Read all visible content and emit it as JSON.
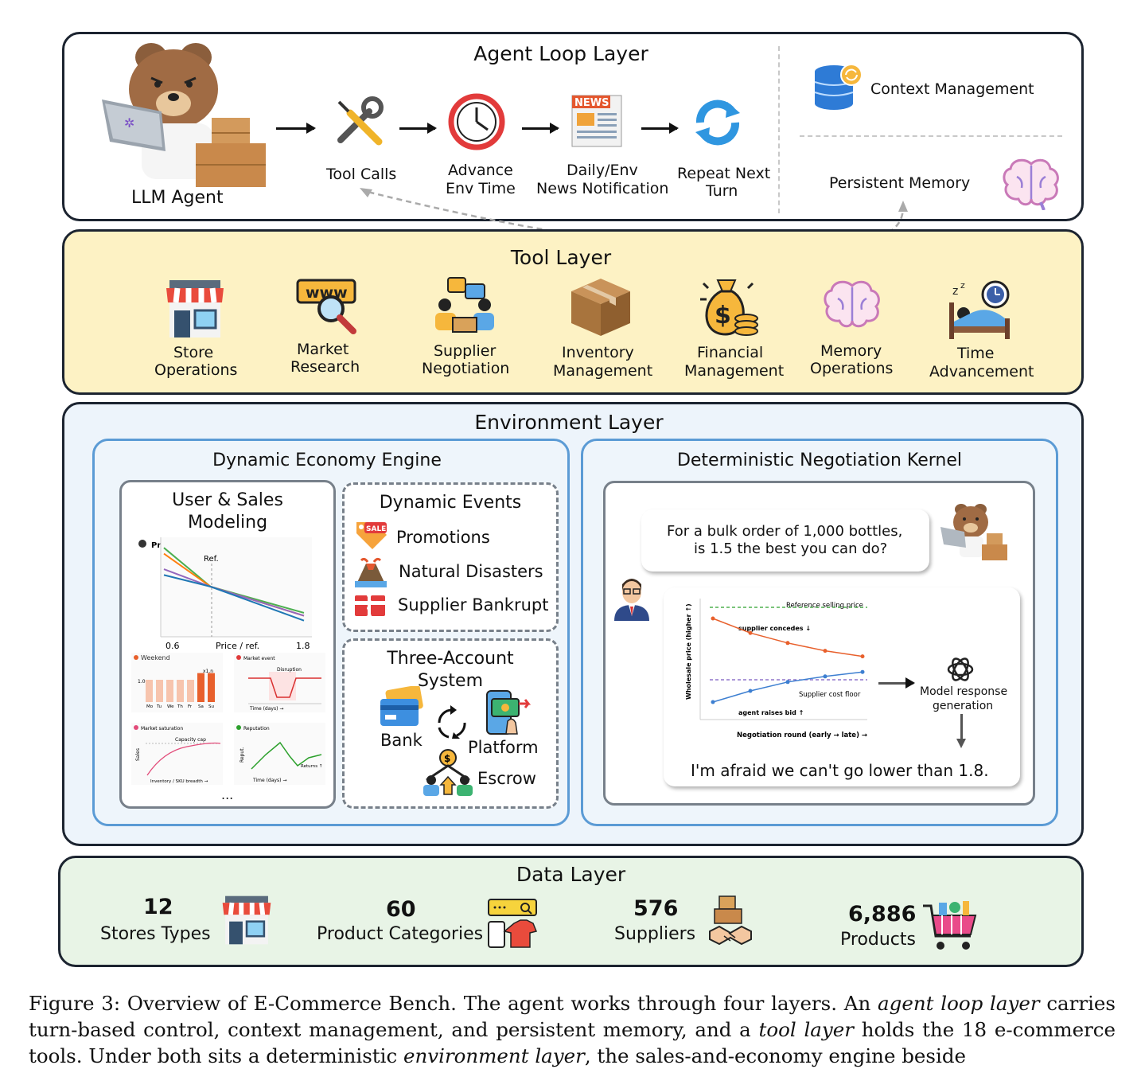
{
  "agent_loop": {
    "title": "Agent Loop Layer",
    "agent_label": "LLM Agent",
    "steps": [
      "Tool Calls",
      "Advance",
      "Env Time",
      "Daily/Env",
      "News Notification",
      "Repeat Next",
      "Turn"
    ],
    "context_management": "Context Management",
    "persistent_memory": "Persistent Memory",
    "news_badge": "NEWS"
  },
  "tool_layer": {
    "title": "Tool Layer",
    "tools": [
      {
        "l1": "Store",
        "l2": "Operations"
      },
      {
        "l1": "Market",
        "l2": "Research"
      },
      {
        "l1": "Supplier",
        "l2": "Negotiation"
      },
      {
        "l1": "Inventory",
        "l2": "Management"
      },
      {
        "l1": "Financial",
        "l2": "Management"
      },
      {
        "l1": "Memory",
        "l2": "Operations"
      },
      {
        "l1": "Time",
        "l2": "Advancement"
      }
    ],
    "www": "www"
  },
  "environment": {
    "title": "Environment Layer",
    "economy": {
      "title": "Dynamic Economy Engine",
      "user_sales": {
        "title1": "User & Sales",
        "title2": "Modeling",
        "price_legend": "Price",
        "ref": "Ref.",
        "x_min": "0.6",
        "x_label": "Price / ref.",
        "x_max": "1.8",
        "mini": {
          "weekend": "Weekend",
          "market_event": "Market event",
          "disruption": "Disruption",
          "market_saturation": "Market saturation",
          "capacity_cap": "Capacity cap",
          "reputation": "Reputation",
          "returns": "Returns ↑",
          "time_days": "Time (days) →",
          "time_days2": "Time (days) →",
          "inventory": "Inventory / SKU breadth →",
          "sales": "Sales",
          "repu": "Reput.",
          "x1n": "x1.n",
          "one": "1.0",
          "days": [
            "Mo",
            "Tu",
            "We",
            "Th",
            "Fr",
            "Sa",
            "Su"
          ]
        },
        "ellipsis": "..."
      },
      "events": {
        "title": "Dynamic Events",
        "items": [
          "Promotions",
          "Natural Disasters",
          "Supplier Bankrupt"
        ],
        "sale": "SALE"
      },
      "accounts": {
        "title1": "Three-Account",
        "title2": "System",
        "bank": "Bank",
        "platform": "Platform",
        "escrow": "Escrow"
      }
    },
    "negotiation": {
      "title": "Deterministic Negotiation Kernel",
      "question1": "For a bulk order of 1,000 bottles,",
      "question2": "is 1.5 the best you can do?",
      "ref_price": "Reference selling price",
      "supplier_concedes": "supplier concedes ↓",
      "cost_floor": "Supplier cost floor",
      "agent_raises": "agent raises bid ↑",
      "y_label": "Wholesale price (higher ↑)",
      "x_label": "Negotiation round (early → late) →",
      "model1": "Model response",
      "model2": "generation",
      "answer": "I'm afraid we can't go lower than 1.8."
    }
  },
  "data_layer": {
    "title": "Data Layer",
    "stats": [
      {
        "num": "12",
        "label": "Stores Types"
      },
      {
        "num": "60",
        "label": "Product Categories"
      },
      {
        "num": "576",
        "label": "Suppliers"
      },
      {
        "num": "6,886",
        "label": "Products"
      }
    ]
  },
  "caption": {
    "p1": "Figure 3: Overview of E-Commerce Bench. The agent works through four layers. An ",
    "i1": "agent loop layer",
    "p2": " carries turn-based control, context management, and persistent memory, and a ",
    "i2": "tool layer",
    "p3": " holds the 18 e-commerce tools. Under both sits a deterministic ",
    "i3": "environment layer",
    "p4": ", the sales-and-economy engine beside"
  },
  "chart_data": [
    {
      "type": "line",
      "title": "",
      "legend": [
        "Price"
      ],
      "xlabel": "Price / ref.",
      "xlim": [
        0.6,
        1.8
      ],
      "ref_line_x": 1.0,
      "series": [
        {
          "color": "#4caf50",
          "x": [
            0.6,
            1.0,
            1.8
          ],
          "y": [
            0.9,
            0.5,
            0.23
          ]
        },
        {
          "color": "#ff7f0e",
          "x": [
            0.6,
            1.0,
            1.8
          ],
          "y": [
            0.84,
            0.5,
            0.2
          ]
        },
        {
          "color": "#9467bd",
          "x": [
            0.6,
            1.0,
            1.8
          ],
          "y": [
            0.68,
            0.5,
            0.2
          ]
        },
        {
          "color": "#1f77b4",
          "x": [
            0.6,
            1.0,
            1.8
          ],
          "y": [
            0.62,
            0.5,
            0.15
          ]
        }
      ]
    },
    {
      "type": "bar",
      "title": "Weekend",
      "categories": [
        "Mo",
        "Tu",
        "We",
        "Th",
        "Fr",
        "Sa",
        "Su"
      ],
      "values": [
        1.0,
        1.0,
        1.0,
        1.0,
        1.0,
        1.3,
        1.3
      ]
    },
    {
      "type": "line",
      "xlabel": "Negotiation round (early → late) →",
      "ylabel": "Wholesale price (higher ↑)",
      "series": [
        {
          "name": "supplier concedes ↓",
          "color": "#e8602c",
          "x": [
            1,
            2,
            3,
            4,
            5
          ],
          "y": [
            0.85,
            0.72,
            0.63,
            0.56,
            0.51
          ]
        },
        {
          "name": "agent raises bid ↑",
          "color": "#3d7fd1",
          "x": [
            1,
            2,
            3,
            4,
            5
          ],
          "y": [
            0.1,
            0.2,
            0.28,
            0.33,
            0.37
          ]
        }
      ],
      "reference_lines": [
        {
          "label": "Reference selling price",
          "y": 0.95,
          "color": "#2ca02c"
        },
        {
          "label": "Supplier cost floor",
          "y": 0.3,
          "color": "#7b59c0"
        }
      ]
    }
  ]
}
